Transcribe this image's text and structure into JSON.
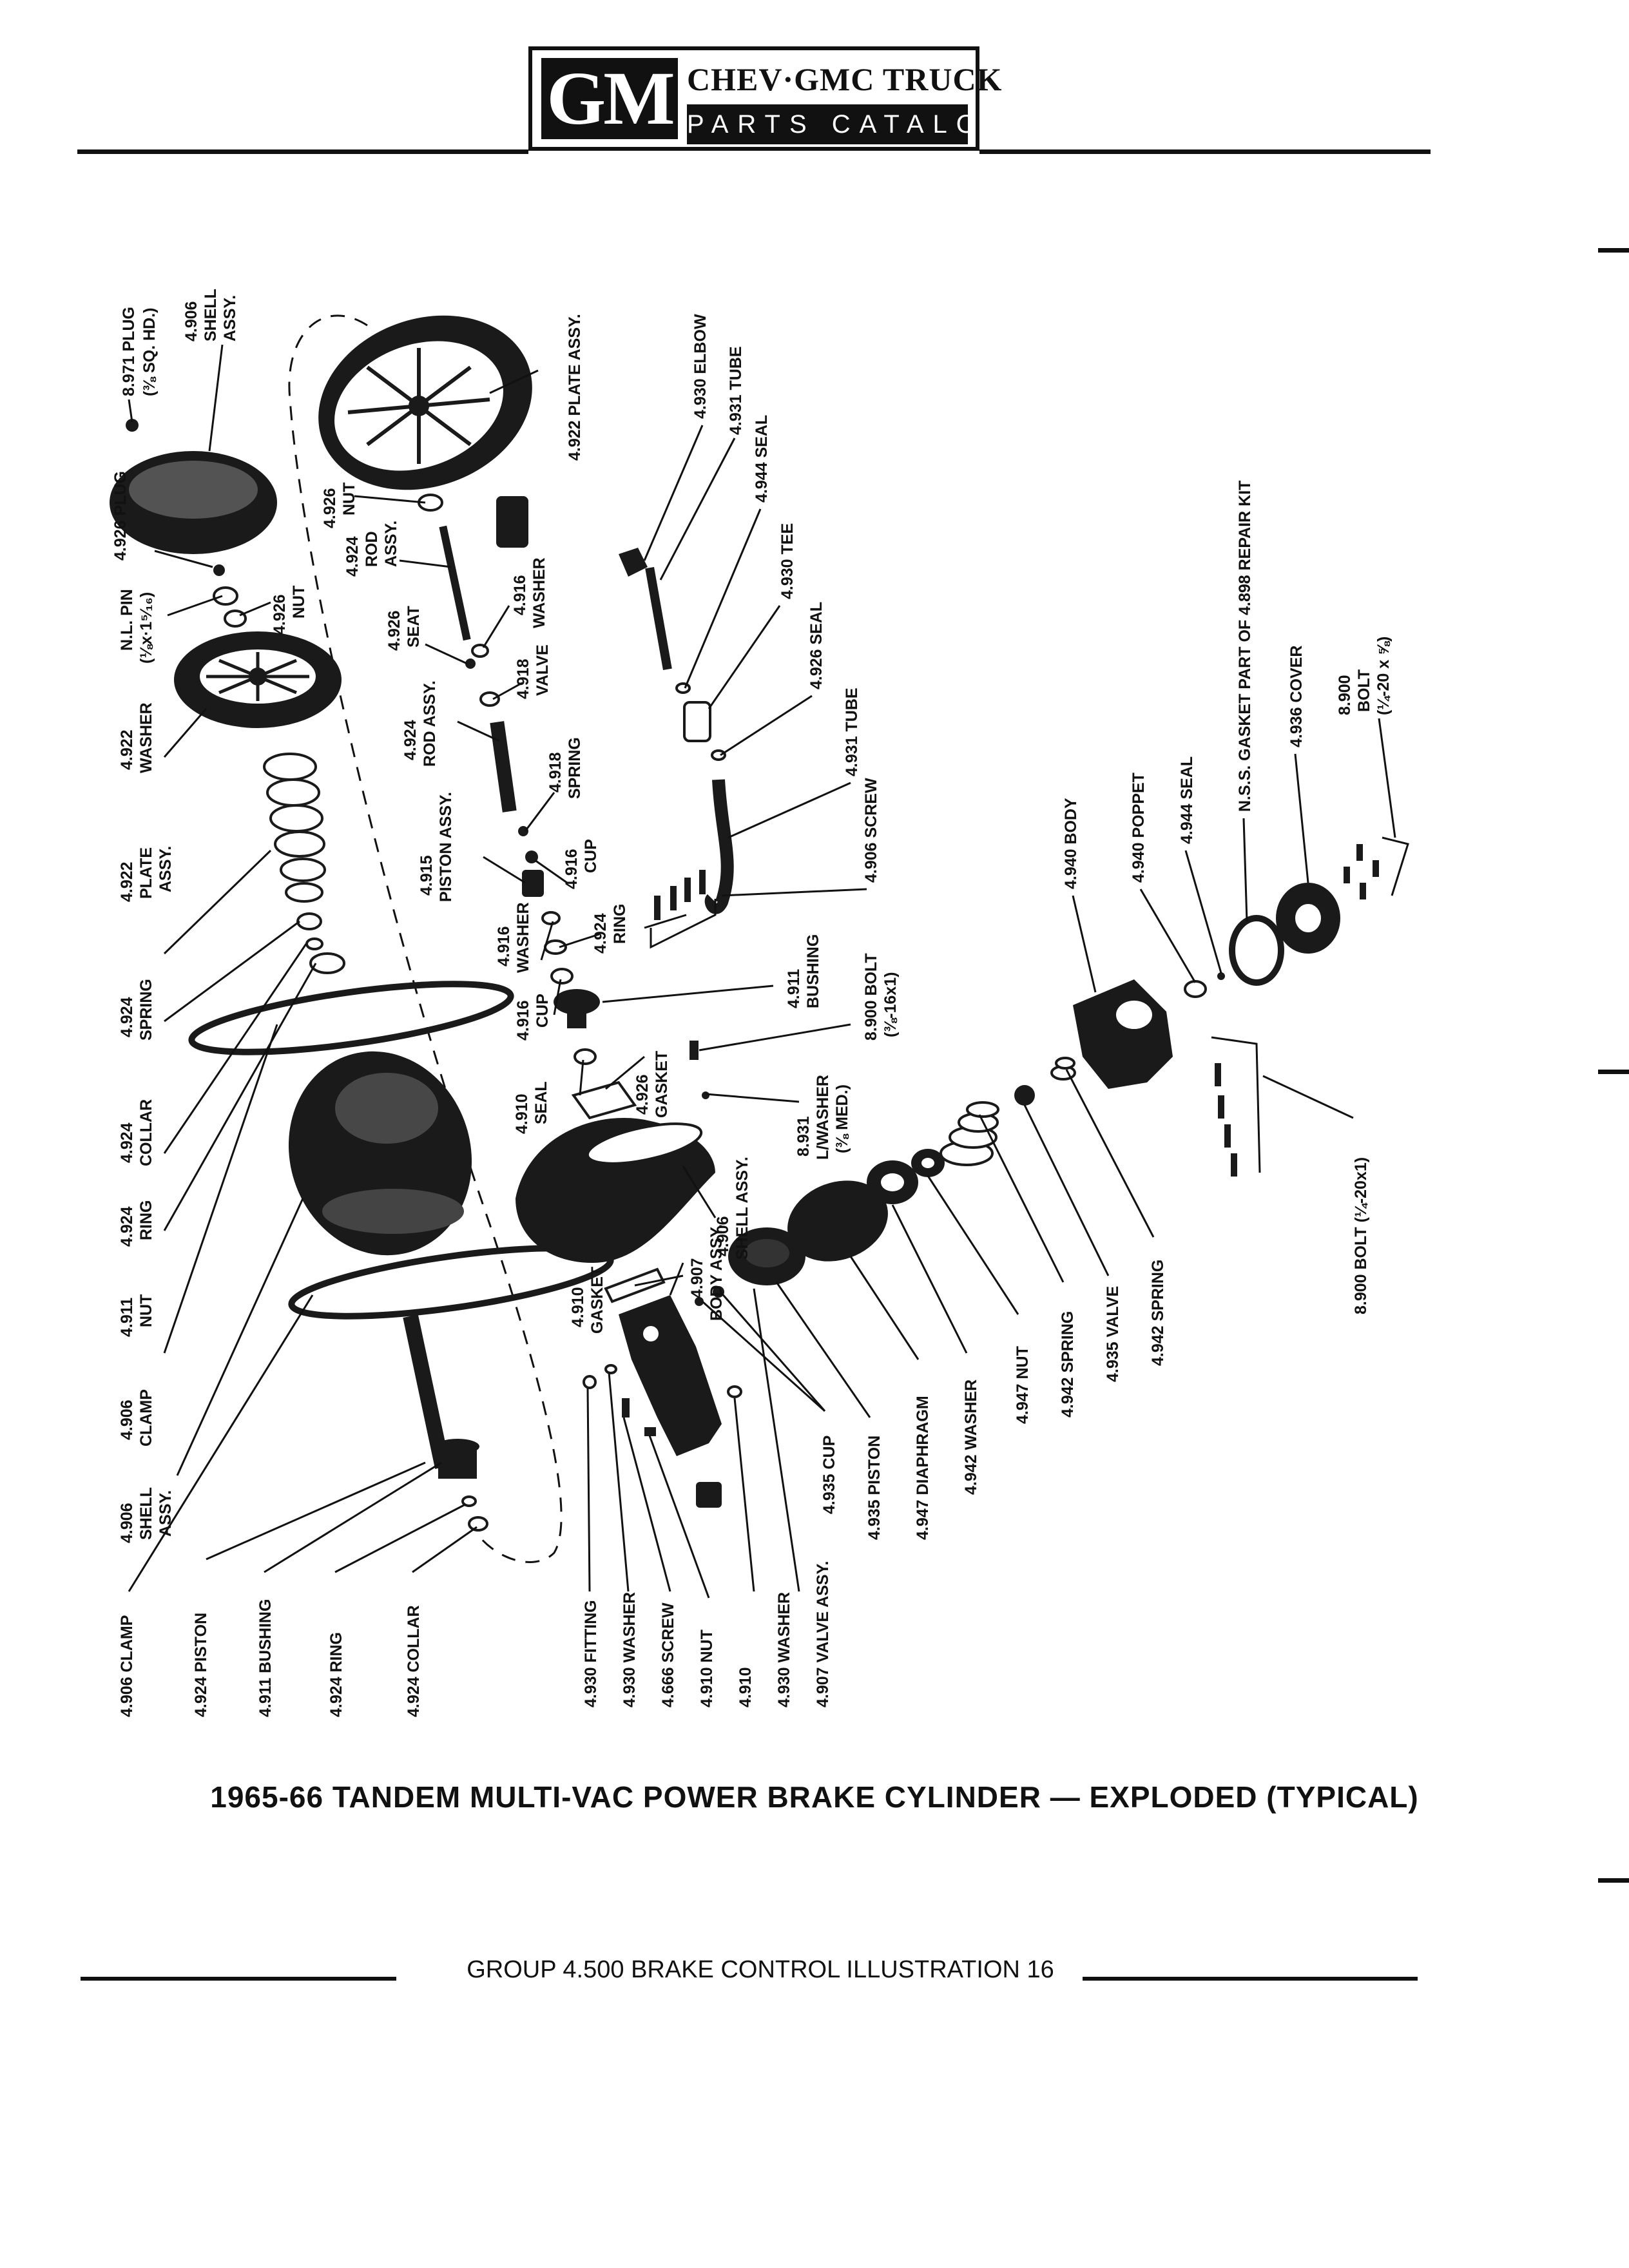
{
  "header": {
    "logo_text": "GM",
    "title": "CHEV·GMC TRUCK",
    "subtitle": "PARTS CATALOGUE"
  },
  "caption": "1965-66 TANDEM MULTI-VAC POWER BRAKE CYLINDER — EXPLODED (TYPICAL)",
  "footer": "GROUP 4.500 BRAKE CONTROL ILLUSTRATION 16",
  "labels": {
    "plug_8971": "8.971 PLUG",
    "plug_8971_b": "(⅜ SQ. HD.)",
    "shell_4906_a": "4.906",
    "shell_4906_b": "SHELL",
    "shell_4906_c": "ASSY.",
    "plug_4926": "4.926 PLUG",
    "nl_pin_a": "N.L. PIN",
    "nl_pin_b": "(⅛x·1⁵⁄₁₆)",
    "nut_4926_a": "4.926",
    "nut_4926_b": "NUT",
    "washer_4922_a": "4.922",
    "washer_4922_b": "WASHER",
    "plate_4922_a": "4.922",
    "plate_4922_b": "PLATE",
    "plate_4922_c": "ASSY.",
    "spring_4924_a": "4.924",
    "spring_4924_b": "SPRING",
    "collar_4924_a": "4.924",
    "collar_4924_b": "COLLAR",
    "ring_4924_a": "4.924",
    "ring_4924_b": "RING",
    "nut_4911_a": "4.911",
    "nut_4911_b": "NUT",
    "clamp_4906_a": "4.906",
    "clamp_4906_b": "CLAMP",
    "shell2_4906_a": "4.906",
    "shell2_4906_b": "SHELL",
    "shell2_4906_c": "ASSY.",
    "bottom_clamp": "4.906 CLAMP",
    "bottom_piston": "4.924 PISTON",
    "bottom_bushing": "4.911 BUSHING",
    "bottom_ring": "4.924 RING",
    "bottom_collar": "4.924 COLLAR",
    "plate_assy_4922": "4.922 PLATE ASSY.",
    "nut2_4926_a": "4.926",
    "nut2_4926_b": "NUT",
    "rod_4924_a": "4.924",
    "rod_4924_b": "ROD",
    "rod_4924_c": "ASSY.",
    "seat_4926_a": "4.926",
    "seat_4926_b": "SEAT",
    "washer_4916_a": "4.916",
    "washer_4916_b": "WASHER",
    "valve_4918_a": "4.918",
    "valve_4918_b": "VALVE",
    "rod2_4924_a": "4.924",
    "rod2_4924_b": "ROD ASSY.",
    "spring_4918_a": "4.918",
    "spring_4918_b": "SPRING",
    "piston_4915_a": "4.915",
    "piston_4915_b": "PISTON ASSY.",
    "cup_4916_a": "4.916",
    "cup_4916_b": "CUP",
    "washer2_4916_a": "4.916",
    "washer2_4916_b": "WASHER",
    "ring2_4924_a": "4.924",
    "ring2_4924_b": "RING",
    "cup2_4916_a": "4.916",
    "cup2_4916_b": "CUP",
    "bushing_4911_a": "4.911",
    "bushing_4911_b": "BUSHING",
    "bolt_8900_a": "8.900 BOLT",
    "bolt_8900_b": "(⅜-16x1)",
    "seal_4910_a": "4.910",
    "seal_4910_b": "SEAL",
    "gasket_4926_a": "4.926",
    "gasket_4926_b": "GASKET",
    "lwasher_8931_a": "8.931",
    "lwasher_8931_b": "L/WASHER",
    "lwasher_8931_c": "(⅜ MED.)",
    "shell3_4906_a": "4.906",
    "shell3_4906_b": "SHELL ASSY.",
    "body_4907_a": "4.907",
    "body_4907_b": "BODY ASSY.",
    "gasket_4910_a": "4.910",
    "gasket_4910_b": "GASKET",
    "elbow_4930": "4.930 ELBOW",
    "tube_4931": "4.931 TUBE",
    "seal_4944": "4.944 SEAL",
    "tee_4930": "4.930 TEE",
    "seal_4926": "4.926 SEAL",
    "tube2_4931": "4.931 TUBE",
    "screw_4906": "4.906 SCREW",
    "body_4940": "4.940 BODY",
    "poppet_4940": "4.940 POPPET",
    "seal2_4944": "4.944 SEAL",
    "nss_gasket": "N.S.S. GASKET PART OF 4.898 REPAIR KIT",
    "cover_4936": "4.936 COVER",
    "bolt2_8900_a": "8.900",
    "bolt2_8900_b": "BOLT",
    "bolt2_8900_c": "(¼-20 x ⅝)",
    "bolt3_8900": "8.900 BOLT (¼-20x1)",
    "cup_4935": "4.935 CUP",
    "piston_4935": "4.935 PISTON",
    "diaphragm_4947": "4.947 DIAPHRAGM",
    "washer_4942": "4.942 WASHER",
    "nut_4947": "4.947 NUT",
    "spring_4942": "4.942 SPRING",
    "valve_4935": "4.935 VALVE",
    "spring2_4942": "4.942 SPRING",
    "fitting_4930": "4.930 FITTING",
    "washer_4930": "4.930 WASHER",
    "screw_4666": "4.666 SCREW",
    "nut_4910": "4.910 NUT",
    "num_4910": "4.910",
    "washer2_4930": "4.930 WASHER",
    "valve_4907": "4.907 VALVE ASSY."
  }
}
